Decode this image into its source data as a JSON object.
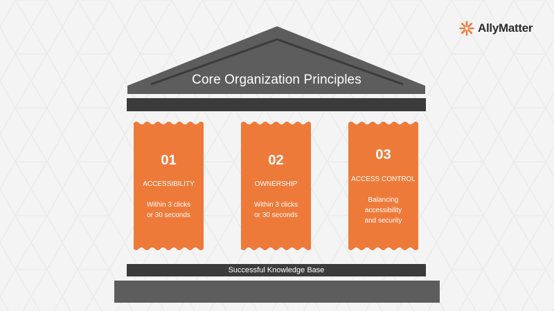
{
  "brand": {
    "name": "AllyMatter",
    "accent_color": "#ee7a3a"
  },
  "title": "Core Organization Principles",
  "pillars": [
    {
      "number": "01",
      "label": "ACCESSIBILITY",
      "description": [
        "Within 3 clicks",
        "or 30 seconds"
      ]
    },
    {
      "number": "02",
      "label": "OWNERSHIP",
      "description": [
        "Within 3 clicks",
        "or 30 seconds"
      ]
    },
    {
      "number": "03",
      "label": "ACCESS CONTROL",
      "description": [
        "Balancing",
        "accessibility",
        "and security"
      ]
    }
  ],
  "foundation_label": "Successful Knowledge Base",
  "colors": {
    "pillar": "#ee7a3a",
    "roof": "#5d5d5d",
    "beam": "#3b3b3b",
    "background": "#f4f4f4"
  }
}
